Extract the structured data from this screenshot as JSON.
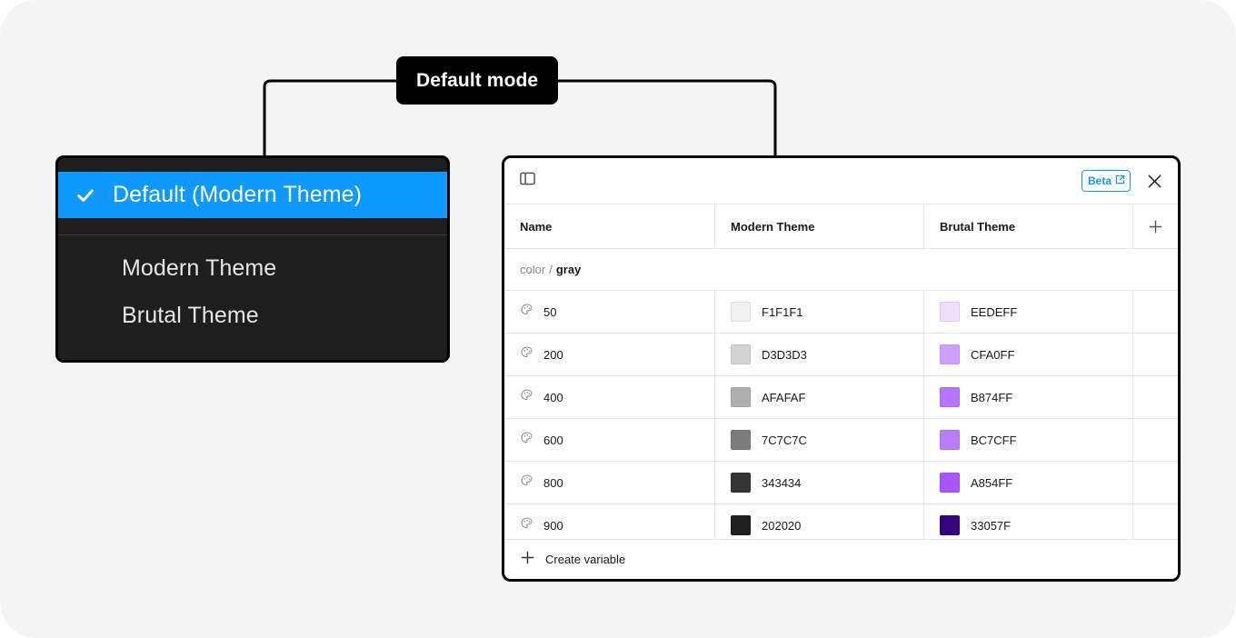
{
  "callout": {
    "label": "Default mode"
  },
  "dropdown": {
    "selected": {
      "label": "Default (Modern Theme)",
      "check_icon": "check-icon",
      "background": "#0d99ff"
    },
    "items": [
      {
        "label": "Modern Theme"
      },
      {
        "label": "Brutal Theme"
      }
    ]
  },
  "panel": {
    "topbar": {
      "panel_icon": "panel-layout-icon",
      "beta_label": "Beta",
      "beta_icon": "external-link-icon",
      "close_icon": "close-icon"
    },
    "table": {
      "headers": {
        "name": "Name",
        "theme1": "Modern Theme",
        "theme2": "Brutal Theme",
        "add_icon": "plus-icon"
      },
      "group": {
        "prefix": "color",
        "separator": "/",
        "name": "gray"
      },
      "rows": [
        {
          "name": "50",
          "icon": "palette-icon",
          "theme1_hex": "F1F1F1",
          "theme1_color": "#F1F1F1",
          "theme2_hex": "EEDEFF",
          "theme2_color": "#EEDEFF"
        },
        {
          "name": "200",
          "icon": "palette-icon",
          "theme1_hex": "D3D3D3",
          "theme1_color": "#D3D3D3",
          "theme2_hex": "CFA0FF",
          "theme2_color": "#CFA0FF"
        },
        {
          "name": "400",
          "icon": "palette-icon",
          "theme1_hex": "AFAFAF",
          "theme1_color": "#AFAFAF",
          "theme2_hex": "B874FF",
          "theme2_color": "#B874FF"
        },
        {
          "name": "600",
          "icon": "palette-icon",
          "theme1_hex": "7C7C7C",
          "theme1_color": "#7C7C7C",
          "theme2_hex": "BC7CFF",
          "theme2_color": "#BC7CFF"
        },
        {
          "name": "800",
          "icon": "palette-icon",
          "theme1_hex": "343434",
          "theme1_color": "#343434",
          "theme2_hex": "A854FF",
          "theme2_color": "#A854FF"
        },
        {
          "name": "900",
          "icon": "palette-icon",
          "theme1_hex": "202020",
          "theme1_color": "#202020",
          "theme2_hex": "33057F",
          "theme2_color": "#33057F"
        }
      ]
    },
    "footer": {
      "add_icon": "plus-icon",
      "label": "Create variable"
    }
  },
  "colors": {
    "canvas": "#f4f4f4",
    "accent_blue": "#0d99ff",
    "dropdown_bg": "#1e1e1e",
    "outline": "#000000"
  }
}
